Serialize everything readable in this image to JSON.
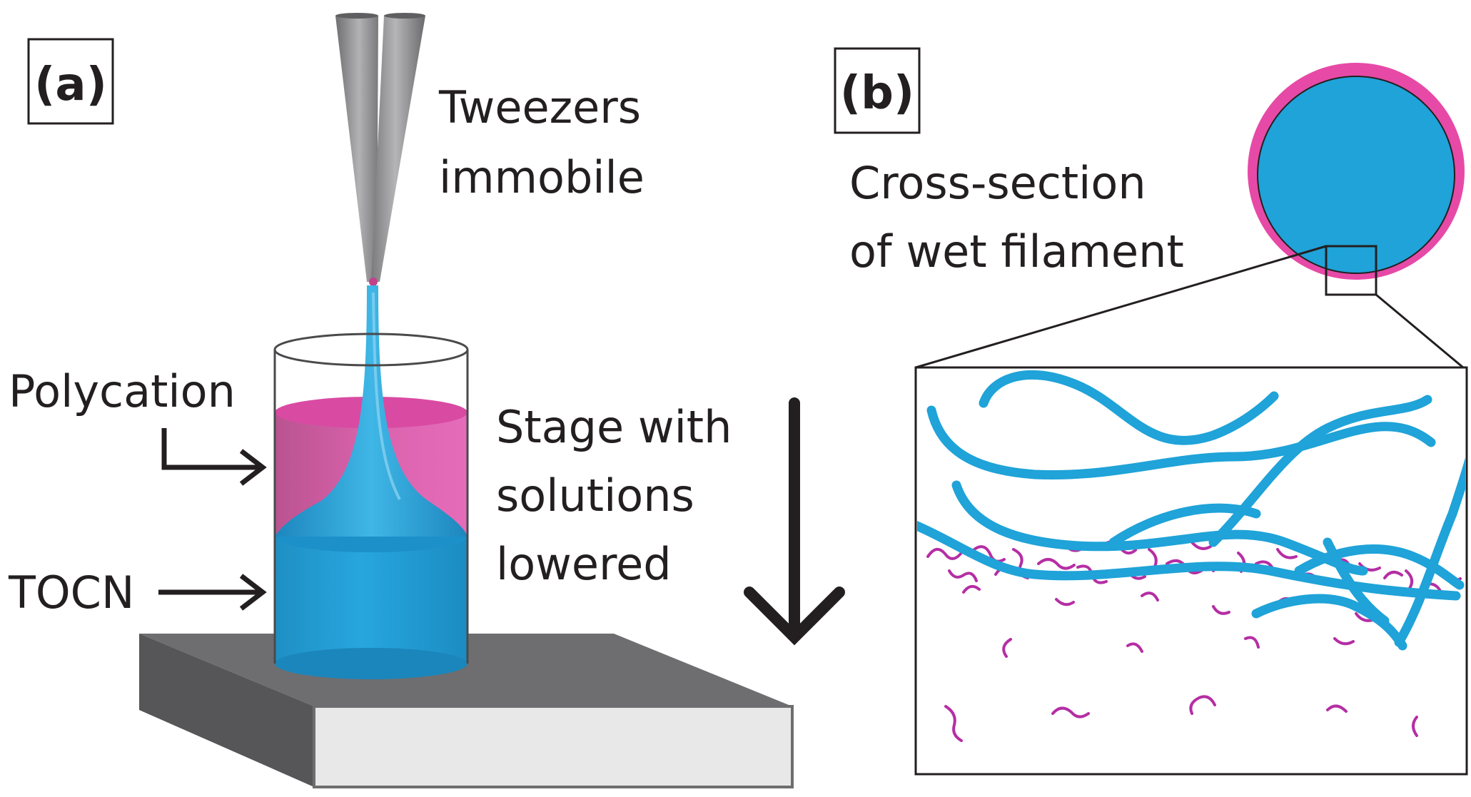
{
  "panel_a": {
    "tag": "(a)",
    "tweezers_line1": "Tweezers",
    "tweezers_line2": "immobile",
    "polycation_label": "Polycation",
    "tocn_label": "TOCN",
    "stage_line1": "Stage with",
    "stage_line2": "solutions",
    "stage_line3": "lowered"
  },
  "panel_b": {
    "tag": "(b)",
    "cross_line1": "Cross-section",
    "cross_line2": "of wet filament"
  },
  "colors": {
    "tocn_blue": "#1fa3d8",
    "polycation_pink": "#e64aa6",
    "tweezer_grey": "#8a8a8c",
    "stage_grey": "#6e6e70",
    "text": "#231f20"
  }
}
